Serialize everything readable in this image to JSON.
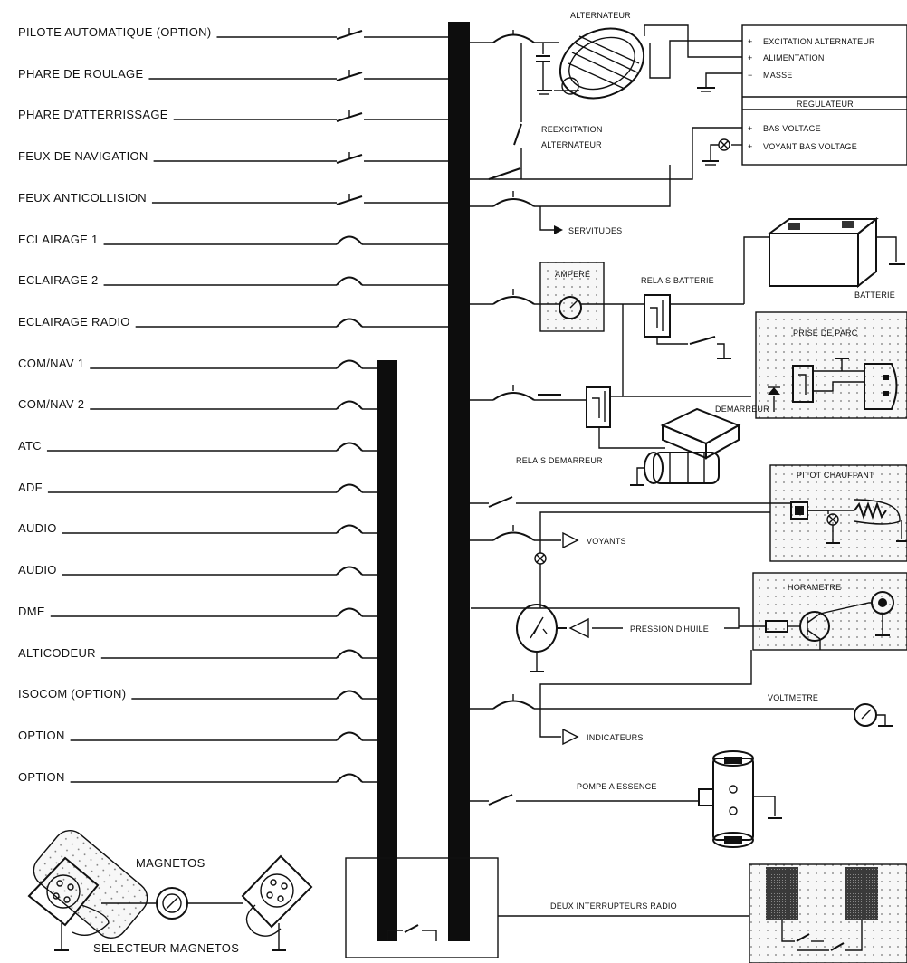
{
  "left_circuits": [
    {
      "label": "PILOTE AUTOMATIQUE (OPTION)",
      "protection": "switch",
      "bus": "main"
    },
    {
      "label": "PHARE DE ROULAGE",
      "protection": "switch",
      "bus": "main"
    },
    {
      "label": "PHARE D'ATTERRISSAGE",
      "protection": "switch",
      "bus": "main"
    },
    {
      "label": "FEUX DE NAVIGATION",
      "protection": "switch",
      "bus": "main"
    },
    {
      "label": "FEUX ANTICOLLISION",
      "protection": "switch",
      "bus": "main"
    },
    {
      "label": "ECLAIRAGE 1",
      "protection": "breaker",
      "bus": "main"
    },
    {
      "label": "ECLAIRAGE 2",
      "protection": "breaker",
      "bus": "main"
    },
    {
      "label": "ECLAIRAGE RADIO",
      "protection": "breaker",
      "bus": "main"
    },
    {
      "label": "COM/NAV 1",
      "protection": "breaker",
      "bus": "avionics"
    },
    {
      "label": "COM/NAV 2",
      "protection": "breaker",
      "bus": "avionics"
    },
    {
      "label": "ATC",
      "protection": "breaker",
      "bus": "avionics"
    },
    {
      "label": "ADF",
      "protection": "breaker",
      "bus": "avionics"
    },
    {
      "label": "AUDIO",
      "protection": "breaker",
      "bus": "avionics"
    },
    {
      "label": "AUDIO",
      "protection": "breaker",
      "bus": "avionics"
    },
    {
      "label": "DME",
      "protection": "breaker",
      "bus": "avionics"
    },
    {
      "label": "ALTICODEUR",
      "protection": "breaker",
      "bus": "avionics"
    },
    {
      "label": "ISOCOM (OPTION)",
      "protection": "breaker",
      "bus": "avionics"
    },
    {
      "label": "OPTION",
      "protection": "breaker",
      "bus": "avionics"
    },
    {
      "label": "OPTION",
      "protection": "breaker",
      "bus": "avionics"
    }
  ],
  "right_labels": {
    "alternateur": "ALTERNATEUR",
    "excitation": "EXCITATION ALTERNATEUR",
    "alimentation": "ALIMENTATION",
    "masse": "MASSE",
    "regulateur": "REGULATEUR",
    "bas_voltage": "BAS VOLTAGE",
    "voyant_bas_voltage": "VOYANT BAS VOLTAGE",
    "reexcitation_1": "REEXCITATION",
    "reexcitation_2": "ALTERNATEUR",
    "servitudes": "SERVITUDES",
    "ampere": "AMPERE",
    "relais_batterie": "RELAIS BATTERIE",
    "batterie": "BATTERIE",
    "prise_de_parc": "PRISE DE PARC",
    "demarreur": "DEMARREUR",
    "relais_demarreur": "RELAIS DEMARREUR",
    "pitot_chauffant": "PITOT CHAUFFANT",
    "voyants": "VOYANTS",
    "horametre": "HORAMETRE",
    "pression_huile": "PRESSION D'HUILE",
    "voltmetre": "VOLTMETRE",
    "indicateurs": "INDICATEURS",
    "pompe_essence": "POMPE A ESSENCE",
    "deux_interrupteurs_radio": "DEUX INTERRUPTEURS RADIO",
    "magnetos": "MAGNETOS",
    "selecteur_magnetos": "SELECTEUR MAGNETOS"
  }
}
